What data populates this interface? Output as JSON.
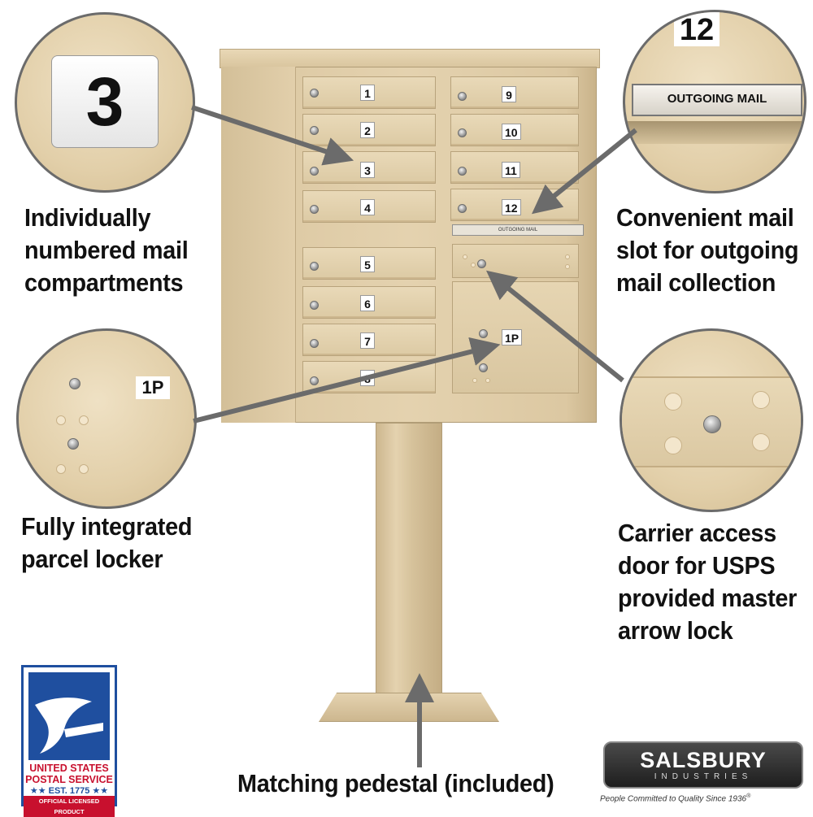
{
  "callouts": {
    "compartments": [
      "Individually",
      "numbered mail",
      "compartments"
    ],
    "parcel": [
      "Fully integrated",
      "parcel locker"
    ],
    "outgoing": [
      "Convenient mail",
      "slot for outgoing",
      "mail collection"
    ],
    "carrier": [
      "Carrier access",
      "door for USPS",
      "provided master",
      "arrow lock"
    ],
    "pedestal": "Matching pedestal (included)"
  },
  "zoom_labels": {
    "compartment_number": "3",
    "box_number": "12",
    "outgoing_plate": "OUTGOING MAIL",
    "parcel_tag": "1P"
  },
  "mailbox": {
    "left_doors": [
      "1",
      "2",
      "3",
      "4",
      "5",
      "6",
      "7",
      "8"
    ],
    "right_doors": [
      "9",
      "10",
      "11",
      "12"
    ],
    "slot_label": "OUTGOING MAIL",
    "parcel_label": "1P"
  },
  "usps_logo": {
    "line1": "UNITED STATES",
    "line2": "POSTAL SERVICE",
    "line3": "★★ EST. 1775 ★★",
    "line4": "OFFICIAL LICENSED PRODUCT"
  },
  "salsbury_logo": {
    "name": "SALSBURY",
    "sub": "INDUSTRIES",
    "tagline": "People Committed to Quality Since 1936",
    "reg_mark": "®"
  },
  "colors": {
    "sandstone": "#e2cfab",
    "arrow": "#6b6b6b",
    "usps_blue": "#1f4f9f",
    "usps_red": "#c8102e"
  }
}
